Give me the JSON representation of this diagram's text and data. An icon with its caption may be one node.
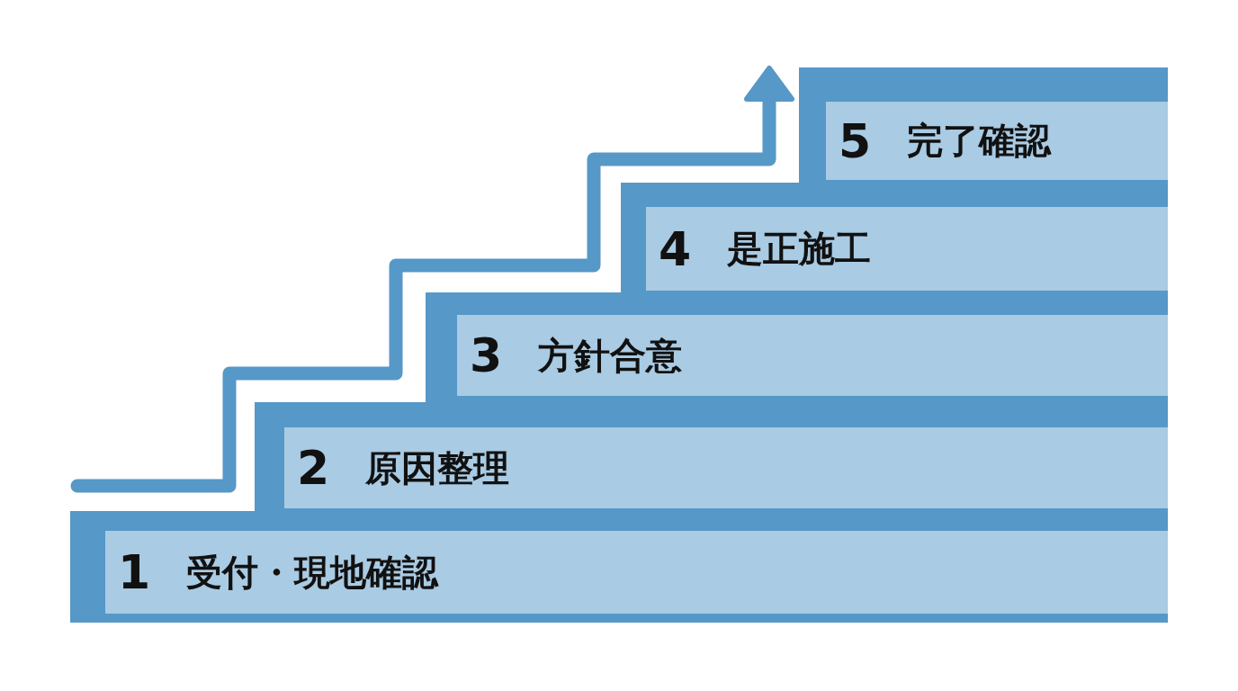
{
  "diagram": {
    "nodes": [
      {
        "text": [
          "1",
          "受付・現地確認"
        ]
      },
      {
        "text": [
          "2",
          "原因整理"
        ]
      },
      {
        "text": [
          "3",
          "方針合意"
        ]
      },
      {
        "text": [
          "4",
          "是正施工"
        ]
      },
      {
        "text": [
          "5",
          "完了確認"
        ]
      }
    ],
    "edges": []
  }
}
